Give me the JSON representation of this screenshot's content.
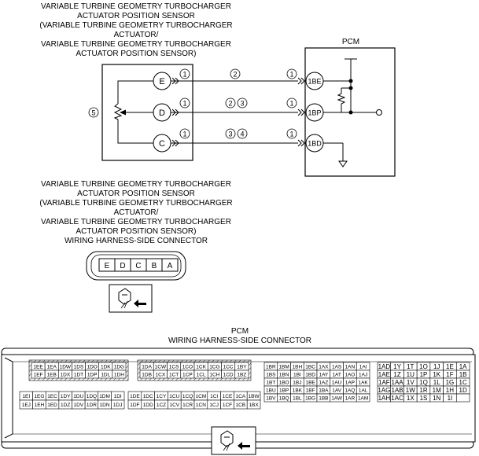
{
  "sensor_title": [
    "VARIABLE TURBINE GEOMETRY TURBOCHARGER",
    "ACTUATOR POSITION SENSOR",
    "(VARIABLE TURBINE GEOMETRY TURBOCHARGER",
    "ACTUATOR/",
    "VARIABLE TURBINE GEOMETRY TURBOCHARGER",
    "ACTUATOR POSITION SENSOR)"
  ],
  "pcm_label": "PCM",
  "sensor_terminals": [
    "E",
    "D",
    "C"
  ],
  "pcm_terminals": [
    "1BE",
    "1BP",
    "1BD"
  ],
  "wire_notes": [
    "1",
    "2",
    "3",
    "4",
    "5"
  ],
  "connector_title": [
    "VARIABLE TURBINE GEOMETRY TURBOCHARGER",
    "ACTUATOR POSITION SENSOR",
    "(VARIABLE TURBINE GEOMETRY TURBOCHARGER",
    "ACTUATOR/",
    "VARIABLE TURBINE GEOMETRY TURBOCHARGER",
    "ACTUATOR POSITION SENSOR)",
    "WIRING HARNESS-SIDE CONNECTOR"
  ],
  "sensor_connector_pins": [
    "E",
    "D",
    "C",
    "B",
    "A"
  ],
  "pcm_connector_title": [
    "PCM",
    "WIRING HARNESS-SIDE CONNECTOR"
  ],
  "pcm_blocks": [
    [
      [
        "1EE",
        "1EA",
        "1DW",
        "1DS",
        "1DO",
        "1DK",
        "1DG"
      ],
      [
        "1EF",
        "1EB",
        "1DX",
        "1DT",
        "1DP",
        "1DL",
        "1DH"
      ]
    ],
    [
      [
        "1DA",
        "1CW",
        "1CS",
        "1CO",
        "1CK",
        "1CG",
        "1CC",
        "1BY"
      ],
      [
        "1DB",
        "1CX",
        "1CT",
        "1CP",
        "1CL",
        "1CH",
        "1CD",
        "1BZ"
      ]
    ],
    [
      [
        "1EI",
        "1EG",
        "1EC",
        "1DY",
        "1DU",
        "1DQ",
        "1DM",
        "1DI"
      ],
      [
        "1EJ",
        "1EH",
        "1ED",
        "1DZ",
        "1DV",
        "1DR",
        "1DN",
        "1DJ"
      ]
    ],
    [
      [
        "1DE",
        "1DC",
        "1CY",
        "1CU",
        "1CQ",
        "1CM",
        "1CI",
        "1CE",
        "1CA",
        "1BW"
      ],
      [
        "1DF",
        "1DD",
        "1CZ",
        "1CV",
        "1CR",
        "1CN",
        "1CJ",
        "1CF",
        "1CB",
        "1BX"
      ]
    ],
    [
      [
        "1BR",
        "1BM",
        "1BH",
        "1BC",
        "1AX",
        "1AS",
        "1AN",
        "1AI"
      ],
      [
        "1BS",
        "1BN",
        "1BI",
        "1BD",
        "1AY",
        "1AT",
        "1AO",
        "1AJ"
      ],
      [
        "1BT",
        "1BO",
        "1BJ",
        "1BE",
        "1AZ",
        "1AU",
        "1AP",
        "1AK"
      ],
      [
        "1BU",
        "1BP",
        "1BK",
        "1BF",
        "1BA",
        "1AV",
        "1AQ",
        "1AL"
      ],
      [
        "1BV",
        "1BQ",
        "1BL",
        "1BG",
        "1BB",
        "1AW",
        "1AR",
        "1AM"
      ]
    ],
    [
      [
        "1AD",
        "1Y",
        "1T",
        "1O",
        "1J",
        "1E",
        "1A"
      ],
      [
        "1AE",
        "1Z",
        "1U",
        "1P",
        "1K",
        "1F",
        "1B"
      ],
      [
        "1AF",
        "1AA",
        "1V",
        "1Q",
        "1L",
        "1G",
        "1C"
      ],
      [
        "1AG",
        "1AB",
        "1W",
        "1R",
        "1M",
        "1H",
        "1D"
      ],
      [
        "1AH",
        "1AC",
        "1X",
        "1S",
        "1N",
        "1I",
        ""
      ]
    ]
  ]
}
